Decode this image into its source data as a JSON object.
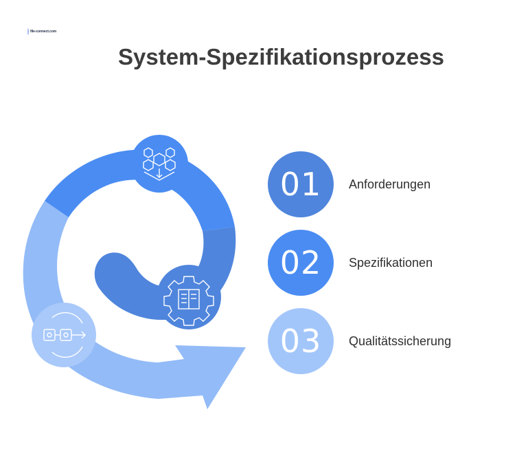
{
  "logo": {
    "text": "file-connect.com"
  },
  "title": "System-Spezifikationsprozess",
  "colors": {
    "dark_blue": "#4f85dc",
    "mid_blue": "#4a8cf2",
    "light_blue": "#93bbf7",
    "lighter_blue": "#a9c9fa"
  },
  "icons": [
    "hexagon-network-icon",
    "gear-document-icon",
    "process-flow-icon"
  ],
  "steps": [
    {
      "number": "01",
      "label": "Anforderungen",
      "color": "#4f85dc"
    },
    {
      "number": "02",
      "label": "Spezifikationen",
      "color": "#4a8cf2"
    },
    {
      "number": "03",
      "label": "Qualitätssicherung",
      "color": "#a3c6fa"
    }
  ]
}
